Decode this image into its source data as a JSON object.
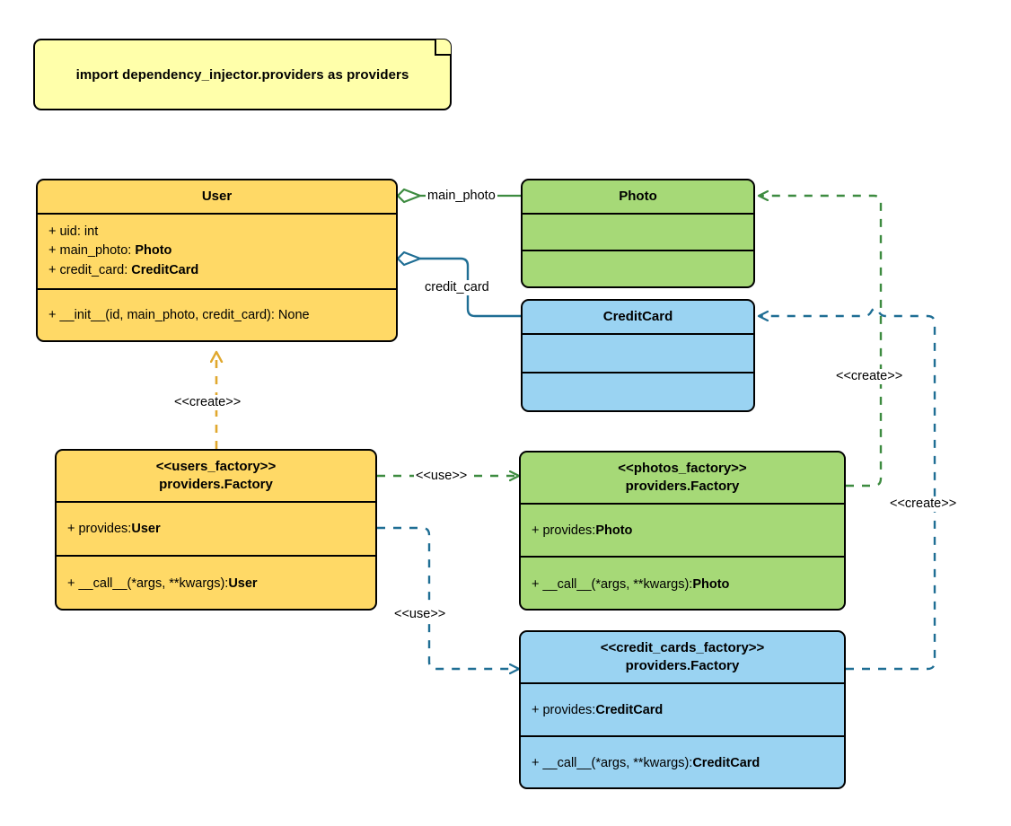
{
  "diagram": {
    "title": "Dependency Injector providers UML class diagram",
    "colors": {
      "yellow": "#ffd966",
      "green": "#a6d977",
      "blue": "#9ad3f2",
      "note_yellow": "#ffffaa",
      "green_edge": "#3d8b40",
      "blue_edge": "#1f6e94",
      "orange_edge": "#e0a82e",
      "outline": "#000000"
    }
  },
  "note": {
    "text": "import dependency_injector.providers as providers"
  },
  "classes": {
    "user": {
      "name": "User",
      "attributes": [
        {
          "visibility": "+",
          "name": "uid",
          "type": "int",
          "type_bold": false
        },
        {
          "visibility": "+",
          "name": "main_photo",
          "type": "Photo",
          "type_bold": true
        },
        {
          "visibility": "+",
          "name": "credit_card",
          "type": "CreditCard",
          "type_bold": true
        }
      ],
      "methods": [
        {
          "signature": "+ __init__(id, main_photo, credit_card): None",
          "prefix": "+ __init__(id, main_photo, credit_card): None",
          "return_bold": ""
        }
      ]
    },
    "photo": {
      "name": "Photo",
      "attributes": [],
      "methods": []
    },
    "credit_card": {
      "name": "CreditCard",
      "attributes": [],
      "methods": []
    },
    "users_factory": {
      "stereotype": "<<users_factory>>",
      "name": "providers.Factory",
      "provides_prefix": "+ provides: ",
      "provides_type": "User",
      "call_prefix": "+ __call__(*args, **kwargs): ",
      "call_type": "User"
    },
    "photos_factory": {
      "stereotype": "<<photos_factory>>",
      "name": "providers.Factory",
      "provides_prefix": "+ provides: ",
      "provides_type": "Photo",
      "call_prefix": "+ __call__(*args, **kwargs): ",
      "call_type": "Photo"
    },
    "credit_cards_factory": {
      "stereotype": "<<credit_cards_factory>>",
      "name": "providers.Factory",
      "provides_prefix": "+ provides: ",
      "provides_type": "CreditCard",
      "call_prefix": "+ __call__(*args, **kwargs): ",
      "call_type": "CreditCard"
    }
  },
  "edges": {
    "user_main_photo": {
      "label": "main_photo",
      "kind": "aggregation",
      "color": "#3d8b40"
    },
    "user_credit_card": {
      "label": "credit_card",
      "kind": "aggregation",
      "color": "#1f6e94"
    },
    "users_factory_create_user": {
      "label": "<<create>>",
      "kind": "dependency",
      "color": "#e0a82e"
    },
    "users_factory_use_photos": {
      "label": "<<use>>",
      "kind": "dependency",
      "color": "#3d8b40"
    },
    "users_factory_use_credit_cards": {
      "label": "<<use>>",
      "kind": "dependency",
      "color": "#1f6e94"
    },
    "photos_factory_create_photo": {
      "label": "<<create>>",
      "kind": "dependency",
      "color": "#3d8b40"
    },
    "credit_cards_factory_create_credit_card": {
      "label": "<<create>>",
      "kind": "dependency",
      "color": "#1f6e94"
    }
  }
}
